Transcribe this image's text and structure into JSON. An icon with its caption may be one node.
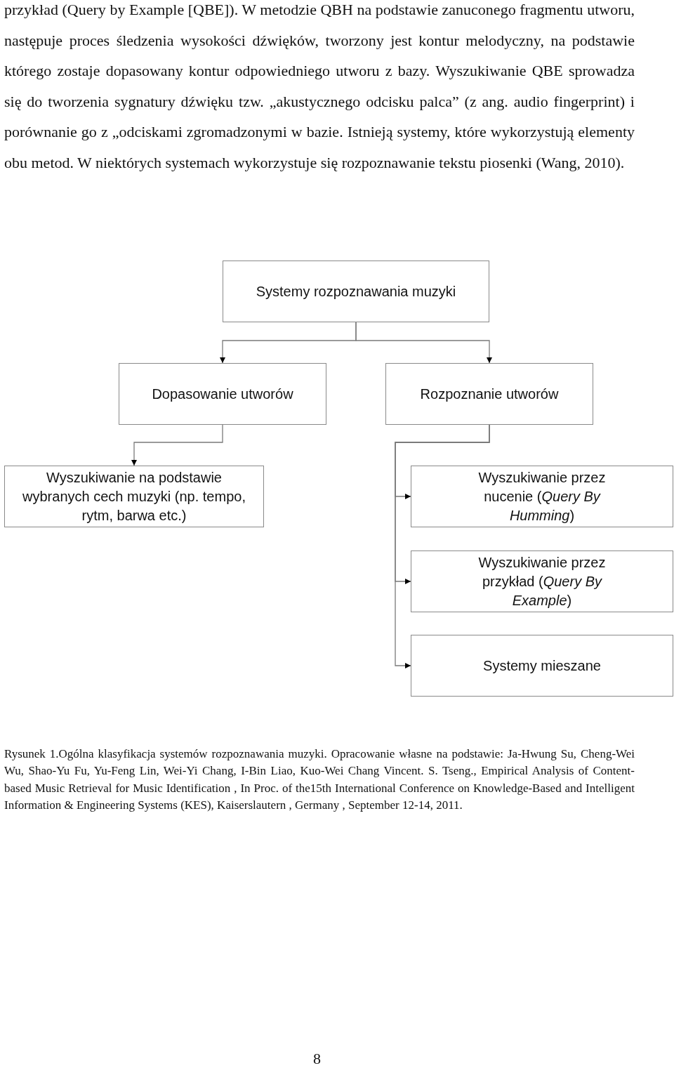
{
  "diagram": {
    "caption": "Rysunek 1.Ogólna klasyfikacja systemów rozpoznawania muzyki. Opracowanie własne na podstawie: Ja-Hwung Su, Cheng-Wei Wu, Shao-Yu Fu, Yu-Feng Lin, Wei-Yi Chang, I-Bin Liao, Kuo-Wei Chang Vincent. S. Tseng., Empirical Analysis of Content-based Music Retrieval for Music Identification , In Proc. of the15th International Conference on Knowledge-Based and Intelligent Information & Engineering Systems (KES), Kaiserslautern , Germany , September 12-14, 2011.",
    "nodes": [
      {
        "text": [
          "Systemy rozpoznawania muzyki"
        ]
      },
      {
        "text": [
          "Dopasowanie utworów"
        ]
      },
      {
        "text": [
          "Rozpoznanie utworów"
        ]
      },
      {
        "text": [
          "Wyszukiwanie na podstawie wybranych cech muzyki (np. tempo, rytm, barwa etc.)"
        ]
      },
      {
        "text": [
          "Wyszukiwanie przez nucenie (*Query By Humming*)"
        ]
      },
      {
        "text": [
          "Wyszukiwanie przez przykład (*Query By Example*)"
        ]
      },
      {
        "text": [
          "Systemy mieszane"
        ]
      }
    ],
    "edges": [
      {
        "from": 0,
        "to": 1,
        "arrow": "to"
      },
      {
        "from": 0,
        "to": 2,
        "arrow": "to"
      },
      {
        "from": 1,
        "to": 3,
        "arrow": "to"
      },
      {
        "from": 2,
        "to": 4,
        "arrow": "to"
      },
      {
        "from": 2,
        "to": 5,
        "arrow": "to"
      },
      {
        "from": 2,
        "to": 6,
        "arrow": "to"
      }
    ],
    "labels": [
      "przykład (Query by Example [QBE]). W metodzie QBH na podstawie zanuconego fragmentu utworu, następuje proces śledzenia wysokości dźwięków, tworzony jest kontur melodyczny, na podstawie którego zostaje dopasowany kontur odpowiedniego utworu z bazy. Wyszukiwanie QBE sprowadza się do tworzenia sygnatury dźwięku tzw. „akustycznego odcisku palca” (z ang. audio fingerprint) i porównanie go z „odciskami zgromadzonymi w bazie. Istnieją systemy, które wykorzystują elementy obu metod. W niektórych systemach wykorzystuje się rozpoznawanie tekstu piosenki (Wang, 2010).",
      "8"
    ]
  }
}
